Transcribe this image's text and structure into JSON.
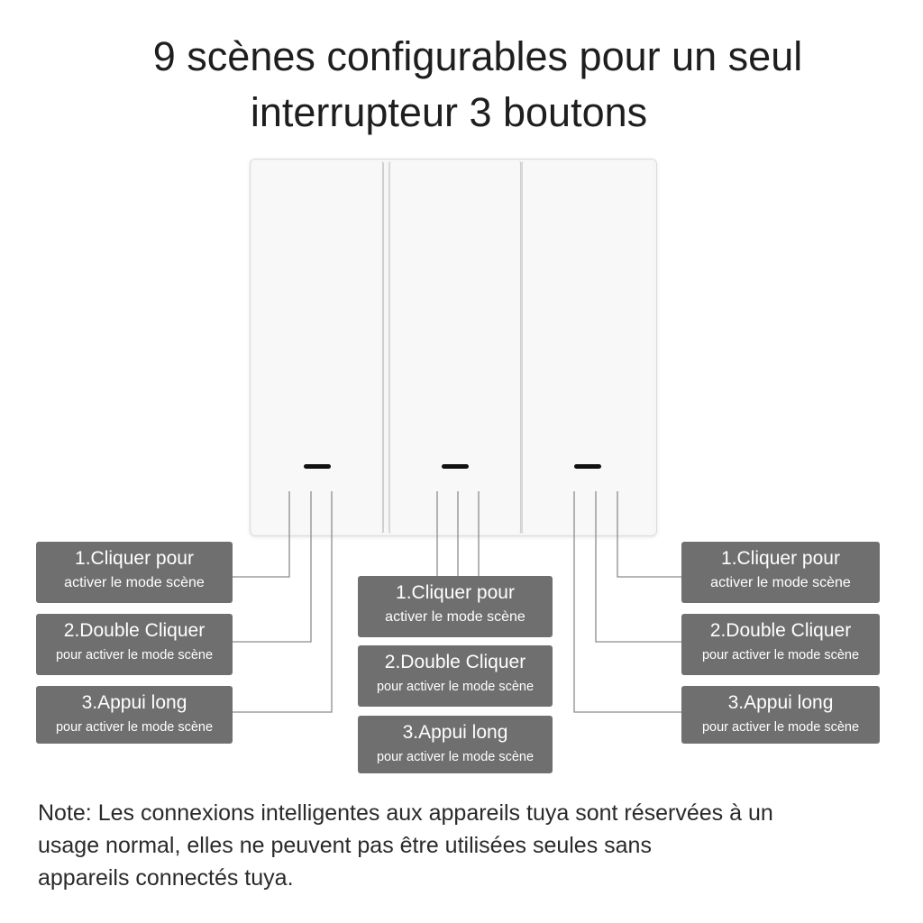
{
  "title": {
    "line1": "9 scènes configurables pour un seul",
    "line2": "interrupteur 3 boutons"
  },
  "switch": {
    "buttons": [
      "button-1",
      "button-2",
      "button-3"
    ]
  },
  "columns": {
    "left": {
      "click": {
        "label": "1.Cliquer pour",
        "sub": "activer le mode scène"
      },
      "double": {
        "label": "2.Double Cliquer",
        "sub": "pour activer le mode scène"
      },
      "long": {
        "label": "3.Appui long",
        "sub": "pour activer le mode scène"
      }
    },
    "middle": {
      "click": {
        "label": "1.Cliquer pour",
        "sub": "activer le mode scène"
      },
      "double": {
        "label": "2.Double Cliquer",
        "sub": "pour activer le mode scène"
      },
      "long": {
        "label": "3.Appui long",
        "sub": "pour activer le mode scène"
      }
    },
    "right": {
      "click": {
        "label": "1.Cliquer pour",
        "sub": "activer le mode scène"
      },
      "double": {
        "label": "2.Double Cliquer",
        "sub": "pour activer le mode scène"
      },
      "long": {
        "label": "3.Appui long",
        "sub": "pour activer le mode scène"
      }
    }
  },
  "note": {
    "line1": "Note: Les connexions intelligentes aux appareils tuya sont réservées à un",
    "line2": "usage normal, elles ne peuvent pas être utilisées seules sans",
    "line3": "appareils connectés tuya."
  },
  "colors": {
    "label_box": "#6f6f6f",
    "led": "#111111"
  }
}
